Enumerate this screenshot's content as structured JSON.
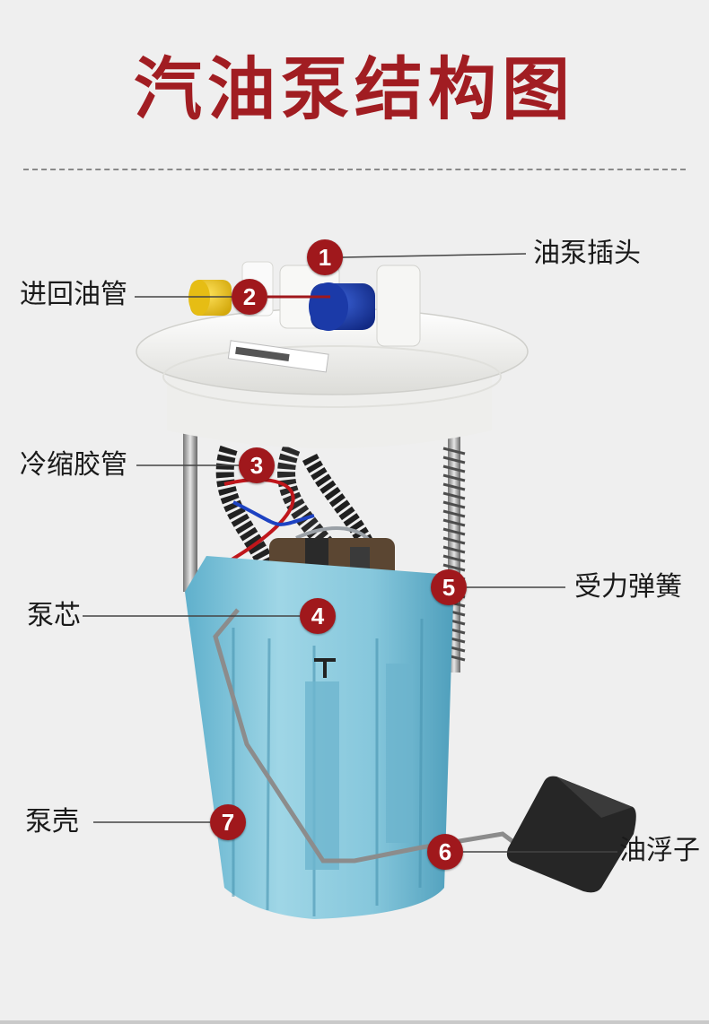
{
  "title": "汽油泵结构图",
  "parts": [
    {
      "number": "1",
      "label": "油泵插头"
    },
    {
      "number": "2",
      "label": "进回油管"
    },
    {
      "number": "3",
      "label": "冷缩胶管"
    },
    {
      "number": "4",
      "label": "泵芯"
    },
    {
      "number": "5",
      "label": "受力弹簧"
    },
    {
      "number": "6",
      "label": "油浮子"
    },
    {
      "number": "7",
      "label": "泵壳"
    }
  ],
  "colors": {
    "title": "#a11d22",
    "callout": "#a0181c",
    "housing": "#86c7dc",
    "flange": "#f4f4f2",
    "inlet_cap": "#e9c21a",
    "return_cap": "#1d3aa0",
    "float": "#2b2b2b"
  }
}
